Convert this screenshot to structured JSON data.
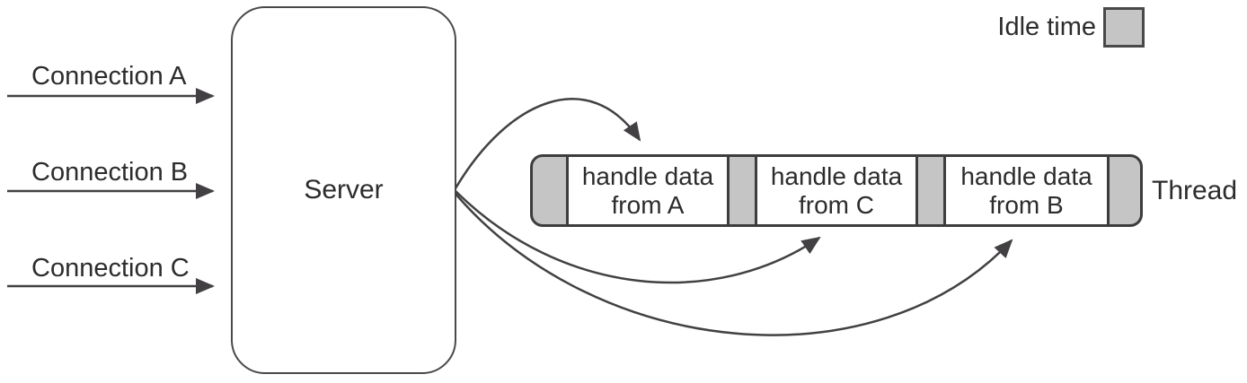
{
  "diagram": {
    "title_implicit": "Single-threaded server multiplexing three connections",
    "connections": [
      {
        "label": "Connection A"
      },
      {
        "label": "Connection B"
      },
      {
        "label": "Connection C"
      }
    ],
    "server": {
      "label": "Server"
    },
    "thread": {
      "label": "Thread",
      "segments": [
        {
          "type": "idle"
        },
        {
          "type": "task",
          "label": "handle data\nfrom A"
        },
        {
          "type": "idle"
        },
        {
          "type": "task",
          "label": "handle data\nfrom C"
        },
        {
          "type": "idle"
        },
        {
          "type": "task",
          "label": "handle data\nfrom B"
        },
        {
          "type": "idle"
        }
      ]
    },
    "arrows": [
      {
        "from": "Connection A",
        "to": "Server"
      },
      {
        "from": "Connection B",
        "to": "Server"
      },
      {
        "from": "Connection C",
        "to": "Server"
      },
      {
        "from": "Server",
        "to": "handle data from A"
      },
      {
        "from": "Server",
        "to": "handle data from C"
      },
      {
        "from": "Server",
        "to": "handle data from B"
      }
    ],
    "legend": {
      "label": "Idle time",
      "swatch_color": "#c5c5c5"
    },
    "colors": {
      "background": "#ffffff",
      "line": "#434043",
      "text": "#2d2b2c",
      "idle_fill": "#c5c5c5",
      "task_fill": "#ffffff"
    }
  }
}
